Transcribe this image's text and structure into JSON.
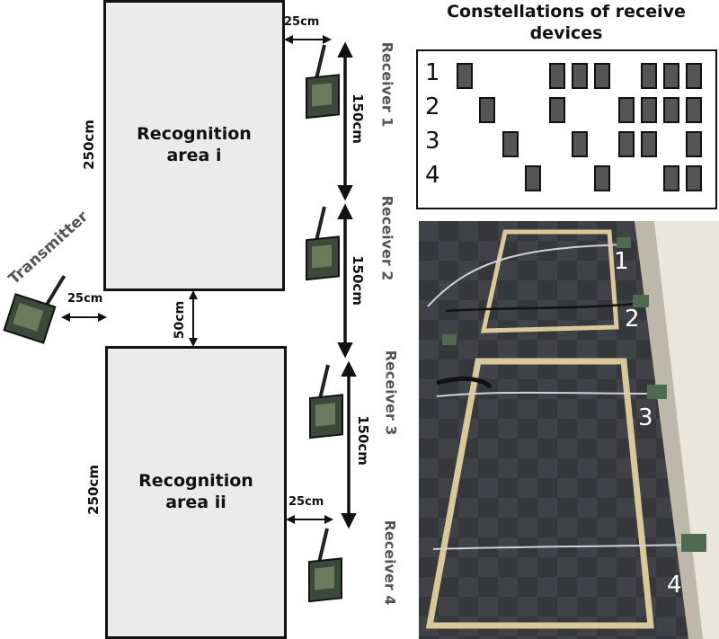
{
  "areas": {
    "i": {
      "label": "Recognition area i",
      "height_label": "250cm"
    },
    "ii": {
      "label": "Recognition area ii",
      "height_label": "250cm"
    }
  },
  "dimensions": {
    "top_gap": "25cm",
    "bottom_gap": "25cm",
    "transmitter_gap": "25cm",
    "area_gap": "50cm",
    "receiver_spacing": [
      "150cm",
      "150cm",
      "150cm"
    ]
  },
  "transmitter_label": "Transmitter",
  "receivers": [
    "Receiver 1",
    "Receiver 2",
    "Receiver 3",
    "Receiver 4"
  ],
  "constellations": {
    "title": "Constellations of receive devices",
    "rows": [
      {
        "num": "1",
        "cells": [
          1,
          0,
          0,
          0,
          1,
          1,
          1,
          0,
          1,
          1,
          1
        ]
      },
      {
        "num": "2",
        "cells": [
          0,
          1,
          0,
          0,
          1,
          0,
          0,
          1,
          1,
          1,
          1
        ]
      },
      {
        "num": "3",
        "cells": [
          0,
          0,
          1,
          0,
          0,
          1,
          0,
          1,
          1,
          0,
          1
        ]
      },
      {
        "num": "4",
        "cells": [
          0,
          0,
          0,
          1,
          0,
          0,
          1,
          0,
          0,
          1,
          1
        ]
      }
    ]
  },
  "photo": {
    "labels": [
      "1",
      "2",
      "3",
      "4"
    ]
  },
  "colors": {
    "area_fill": "#ebebeb",
    "cell_fill": "#555555",
    "label_gray": "#555555"
  }
}
